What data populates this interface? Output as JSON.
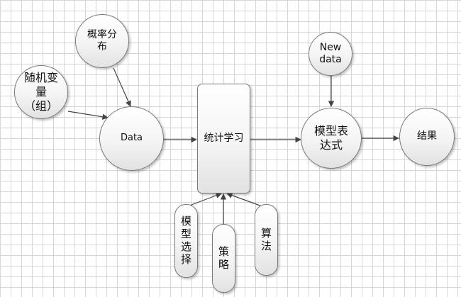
{
  "nodes": {
    "random_variables": "随机变\n量\n（组）",
    "probability_distribution": "概率分\n布",
    "data": "Data",
    "statistical_learning": "统计学习",
    "new_data": "New\ndata",
    "model_expression": "模型表\n达式",
    "result": "结果",
    "model_selection": "模型选择",
    "strategy": "策略",
    "algorithm": "算法"
  },
  "colors": {
    "edge": "#444444",
    "node_border": "#7a7a7a",
    "grid": "#d6d6d6"
  }
}
